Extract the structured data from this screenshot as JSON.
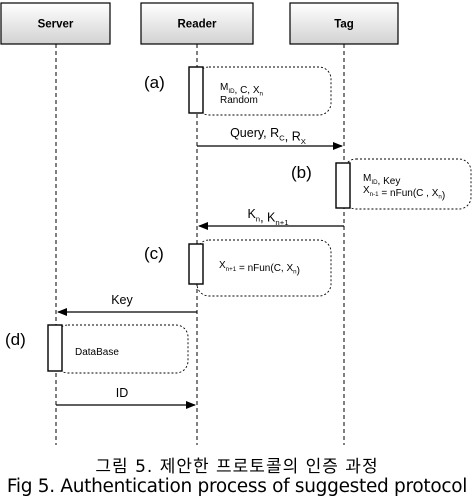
{
  "participants": [
    {
      "id": "server",
      "label": "Server"
    },
    {
      "id": "reader",
      "label": "Reader"
    },
    {
      "id": "tag",
      "label": "Tag"
    }
  ],
  "steps": [
    {
      "marker": "(a)",
      "lines": [
        [
          {
            "t": "M"
          },
          {
            "t": "ID",
            "sub": true
          },
          {
            "t": ", C, X"
          },
          {
            "t": "n",
            "sub": true
          }
        ],
        [
          {
            "t": "Random"
          }
        ]
      ]
    },
    {
      "marker": "(b)",
      "lines": [
        [
          {
            "t": "M"
          },
          {
            "t": "ID",
            "sub": true
          },
          {
            "t": ", Key"
          }
        ],
        [
          {
            "t": "X"
          },
          {
            "t": "n-1",
            "sub": true
          },
          {
            "t": " = nFun(C , X"
          },
          {
            "t": "n",
            "sub": true
          },
          {
            "t": ")"
          }
        ]
      ]
    },
    {
      "marker": "(c)",
      "lines": [
        [
          {
            "t": "X"
          },
          {
            "t": "n+1",
            "sub": true
          },
          {
            "t": " = nFun(C, X"
          },
          {
            "t": "n",
            "sub": true
          },
          {
            "t": ")"
          }
        ]
      ]
    },
    {
      "marker": "(d)",
      "lines": [
        [
          {
            "t": "DataBase"
          }
        ]
      ]
    }
  ],
  "messages": [
    {
      "from": "reader",
      "to": "tag",
      "label": [
        {
          "t": "Query, R"
        },
        {
          "t": "C",
          "sub": true
        },
        {
          "t": ", R"
        },
        {
          "t": "X",
          "sub": true
        }
      ]
    },
    {
      "from": "tag",
      "to": "reader",
      "label": [
        {
          "t": "K"
        },
        {
          "t": "n",
          "sub": true
        },
        {
          "t": ", K"
        },
        {
          "t": "n+1",
          "sub": true
        }
      ]
    },
    {
      "from": "reader",
      "to": "server",
      "label": [
        {
          "t": "Key"
        }
      ]
    },
    {
      "from": "server",
      "to": "reader",
      "label": [
        {
          "t": "ID"
        }
      ]
    }
  ],
  "caption": {
    "korean": "그림 5. 제안한 프로토콜의 인증 과정",
    "english": "Fig 5. Authentication process of suggested protocol"
  }
}
